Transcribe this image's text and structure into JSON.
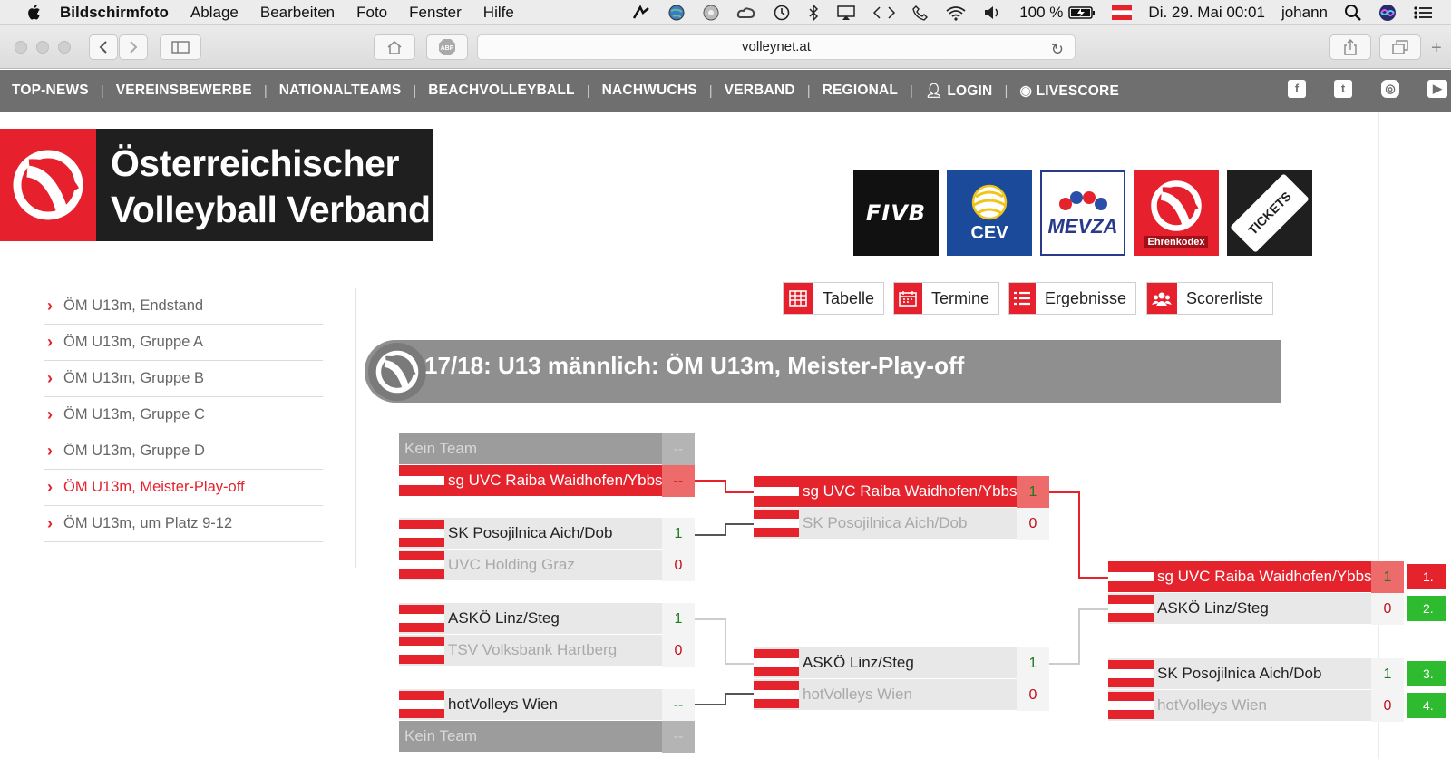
{
  "menubar": {
    "app": "Bildschirmfoto",
    "items": [
      "Ablage",
      "Bearbeiten",
      "Foto",
      "Fenster",
      "Hilfe"
    ],
    "battery": "100 %",
    "datetime": "Di. 29. Mai  00:01",
    "user": "johann"
  },
  "browser": {
    "url": "volleynet.at"
  },
  "sitenav": {
    "items": [
      "TOP-NEWS",
      "VEREINSBEWERBE",
      "NATIONALTEAMS",
      "BEACHVOLLEYBALL",
      "NACHWUCHS",
      "VERBAND",
      "REGIONAL",
      "LOGIN",
      "LIVESCORE"
    ]
  },
  "header": {
    "logo_line1": "Österreichischer",
    "logo_line2": "Volleyball Verband",
    "partners": [
      "FIVB",
      "CEV",
      "MEVZA",
      "Ehrenkodex",
      "TICKETS"
    ]
  },
  "sidebar": {
    "items": [
      {
        "label": "ÖM U13m, Endstand",
        "active": false
      },
      {
        "label": "ÖM U13m, Gruppe A",
        "active": false
      },
      {
        "label": "ÖM U13m, Gruppe B",
        "active": false
      },
      {
        "label": "ÖM U13m, Gruppe C",
        "active": false
      },
      {
        "label": "ÖM U13m, Gruppe D",
        "active": false
      },
      {
        "label": "ÖM U13m, Meister-Play-off",
        "active": true
      },
      {
        "label": "ÖM U13m, um Platz 9-12",
        "active": false
      }
    ]
  },
  "tabs": [
    "Tabelle",
    "Termine",
    "Ergebnisse",
    "Scorerliste"
  ],
  "title": "17/18: U13 männlich: ÖM U13m, Meister-Play-off",
  "bracket": {
    "round1": [
      {
        "team": "Kein Team",
        "score": "--",
        "style": "empty"
      },
      {
        "team": "sg UVC Raiba Waidhofen/Ybbs",
        "score": "--",
        "style": "red"
      },
      {
        "team": "SK Posojilnica Aich/Dob",
        "score": "1",
        "style": "win"
      },
      {
        "team": "UVC Holding Graz",
        "score": "0",
        "style": "lose"
      },
      {
        "team": "ASKÖ Linz/Steg",
        "score": "1",
        "style": "win"
      },
      {
        "team": "TSV Volksbank Hartberg",
        "score": "0",
        "style": "lose"
      },
      {
        "team": "hotVolleys Wien",
        "score": "--",
        "style": "win"
      },
      {
        "team": "Kein Team",
        "score": "--",
        "style": "empty"
      }
    ],
    "round2": [
      {
        "team": "sg UVC Raiba Waidhofen/Ybbs",
        "score": "1",
        "style": "red"
      },
      {
        "team": "SK Posojilnica Aich/Dob",
        "score": "0",
        "style": "lose"
      },
      {
        "team": "ASKÖ Linz/Steg",
        "score": "1",
        "style": "win"
      },
      {
        "team": "hotVolleys Wien",
        "score": "0",
        "style": "lose"
      }
    ],
    "final": [
      {
        "team": "sg UVC Raiba Waidhofen/Ybbs",
        "score": "1",
        "style": "red",
        "rank": "1."
      },
      {
        "team": "ASKÖ Linz/Steg",
        "score": "0",
        "style": "win",
        "rank": "2."
      },
      {
        "team": "SK Posojilnica Aich/Dob",
        "score": "1",
        "style": "win",
        "rank": "3."
      },
      {
        "team": "hotVolleys Wien",
        "score": "0",
        "style": "lose",
        "rank": "4."
      }
    ]
  },
  "colors": {
    "brand_red": "#e6202c",
    "nav_gray": "#6f6f6f",
    "rank_green": "#2fbb2f"
  }
}
